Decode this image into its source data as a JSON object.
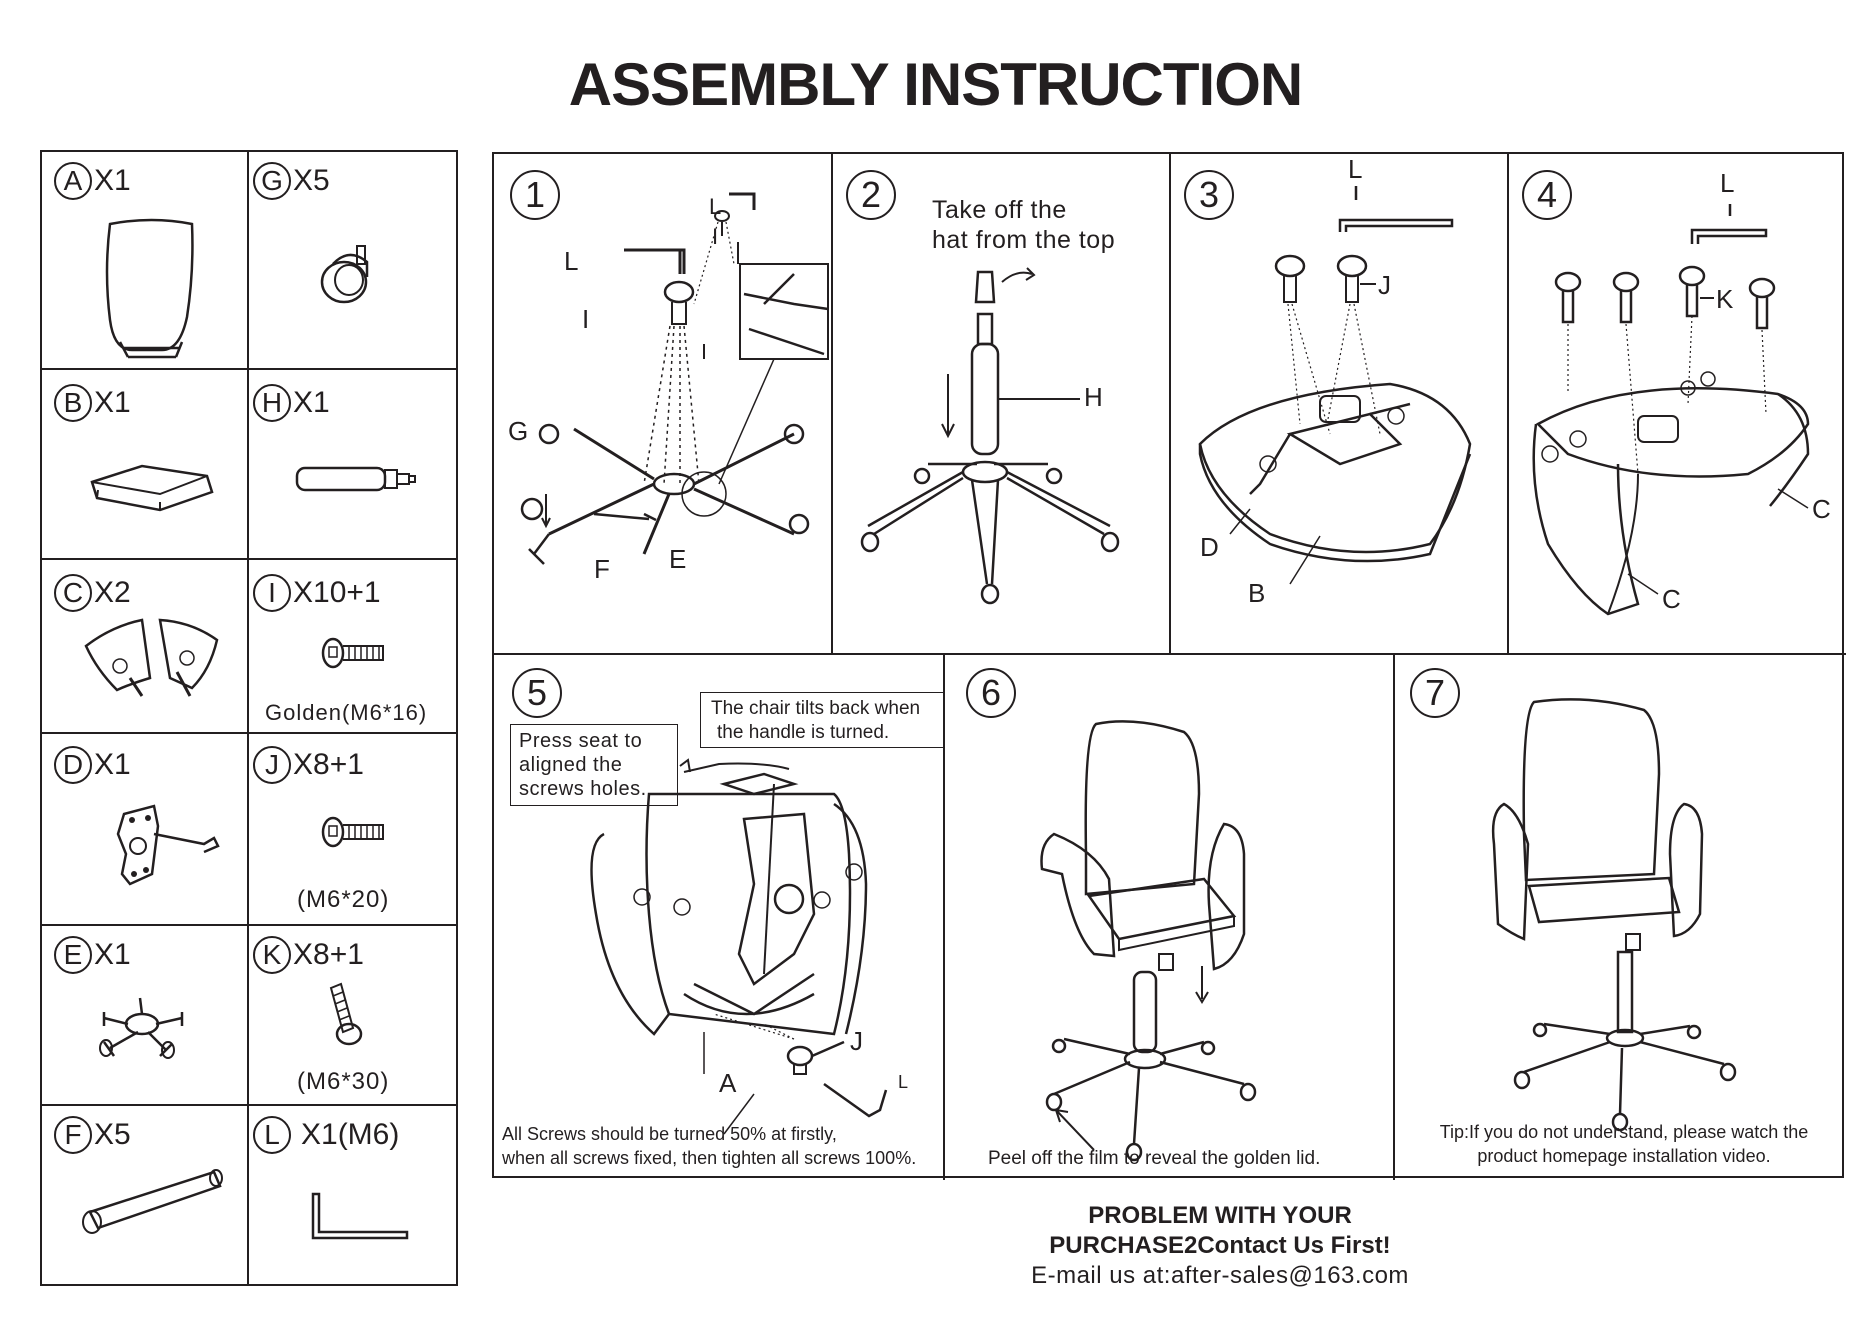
{
  "title": "ASSEMBLY INSTRUCTION",
  "parts": [
    {
      "letter": "A",
      "qty": "X1"
    },
    {
      "letter": "G",
      "qty": "X5"
    },
    {
      "letter": "B",
      "qty": "X1"
    },
    {
      "letter": "H",
      "qty": "X1"
    },
    {
      "letter": "C",
      "qty": "X2"
    },
    {
      "letter": "I",
      "qty": "X10+1",
      "spec": "Golden(M6*16)"
    },
    {
      "letter": "D",
      "qty": "X1"
    },
    {
      "letter": "J",
      "qty": "X8+1",
      "spec": "(M6*20)"
    },
    {
      "letter": "E",
      "qty": "X1"
    },
    {
      "letter": "K",
      "qty": "X8+1",
      "spec": "(M6*30)"
    },
    {
      "letter": "F",
      "qty": "X5"
    },
    {
      "letter": "L",
      "qty": "X1(M6)"
    }
  ],
  "steps": {
    "s1": {
      "num": "1",
      "labels": [
        "L",
        "I",
        "L",
        "I",
        "G",
        "F",
        "E"
      ]
    },
    "s2": {
      "num": "2",
      "note_line1": "Take off the",
      "note_line2": "hat from the top",
      "label_h": "H"
    },
    "s3": {
      "num": "3",
      "labels": [
        "L",
        "J",
        "D",
        "B"
      ]
    },
    "s4": {
      "num": "4",
      "labels": [
        "L",
        "K",
        "C",
        "C"
      ]
    },
    "s5": {
      "num": "5",
      "callout1_line1": "Press seat to",
      "callout1_line2": "aligned the",
      "callout1_line3": "screws holes.",
      "callout2_line1": "The chair tilts back when",
      "callout2_line2": "the handle is turned.",
      "labels": [
        "J",
        "L",
        "A"
      ],
      "caption_line1": "All Screws should be turned 50% at firstly,",
      "caption_line2": "when all screws fixed, then tighten all screws 100%."
    },
    "s6": {
      "num": "6",
      "caption": "Peel off the film to reveal the golden lid."
    },
    "s7": {
      "num": "7",
      "caption_line1": "Tip:If you do not understand, please watch the",
      "caption_line2": "product homepage installation video."
    }
  },
  "footer": {
    "line1": "PROBLEM WITH YOUR",
    "line2": "PURCHASE2Contact Us First!",
    "line3": "E-mail us at:after-sales@163.com"
  },
  "icons": [
    "chair-back-icon",
    "caster-wheel-icon",
    "seat-cushion-icon",
    "gas-lift-icon",
    "armrest-icon",
    "screw-icon",
    "mechanism-plate-icon",
    "hub-icon",
    "leg-icon",
    "allen-key-icon"
  ]
}
